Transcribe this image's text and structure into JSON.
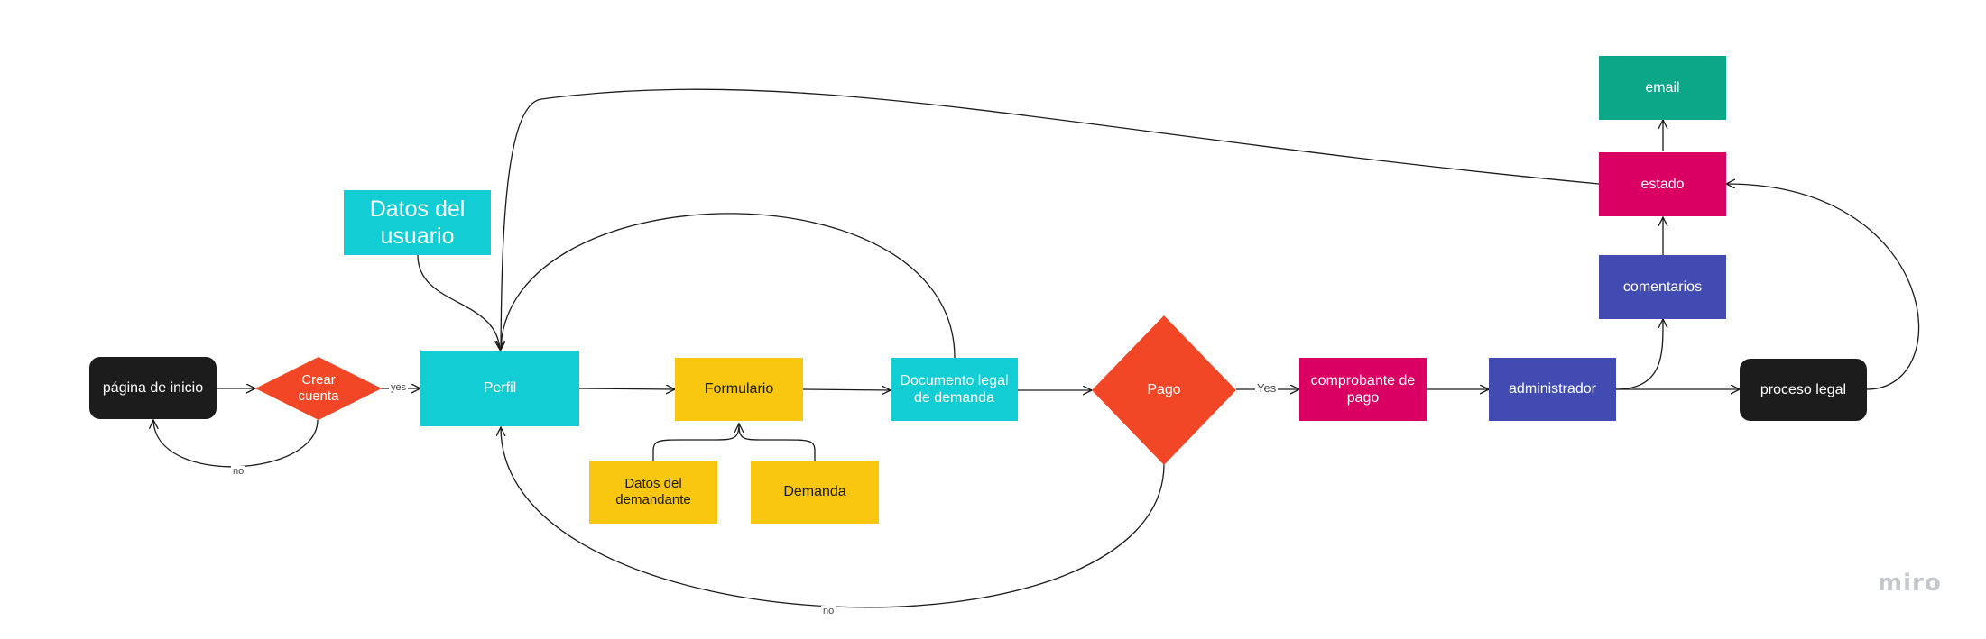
{
  "colors": {
    "black": "#1c1c1c",
    "orange_red": "#f24726",
    "cyan": "#12cdd4",
    "yellow": "#fac710",
    "magenta": "#da0063",
    "blue": "#414bb2",
    "green": "#0ca789",
    "edge": "#1a1a1a"
  },
  "nodes": {
    "pagina_inicio": "página de inicio",
    "crear_cuenta": "Crear\ncuenta",
    "datos_usuario": "Datos del\nusuario",
    "perfil": "Perfil",
    "formulario": "Formulario",
    "datos_demandante": "Datos del\ndemandante",
    "demanda": "Demanda",
    "documento_legal": "Documento legal\nde demanda",
    "pago": "Pago",
    "comprobante": "comprobante de\npago",
    "administrador": "administrador",
    "comentarios": "comentarios",
    "estado": "estado",
    "email": "email",
    "proceso_legal": "proceso legal"
  },
  "edge_labels": {
    "crear_yes": "yes",
    "crear_no": "no",
    "pago_yes": "Yes",
    "pago_no": "no"
  },
  "watermark": "miro"
}
